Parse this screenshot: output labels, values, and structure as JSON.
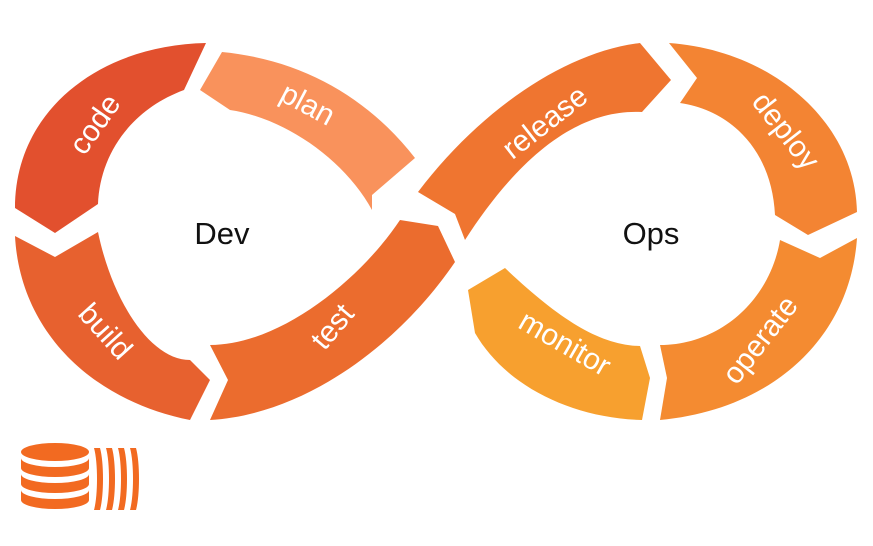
{
  "centers": {
    "left": "Dev",
    "right": "Ops"
  },
  "segments": [
    {
      "id": "code",
      "label": "code",
      "color": "#E2502E"
    },
    {
      "id": "plan",
      "label": "plan",
      "color": "#F9925C"
    },
    {
      "id": "build",
      "label": "build",
      "color": "#E7612F"
    },
    {
      "id": "test",
      "label": "test",
      "color": "#EB6C2E"
    },
    {
      "id": "release",
      "label": "release",
      "color": "#EF7530"
    },
    {
      "id": "deploy",
      "label": "deploy",
      "color": "#F38433"
    },
    {
      "id": "operate",
      "label": "operate",
      "color": "#F48B31"
    },
    {
      "id": "monitor",
      "label": "monitor",
      "color": "#F7A02F"
    }
  ],
  "logo": {
    "icon": "database-stack-icon",
    "color": "#F26A21"
  }
}
